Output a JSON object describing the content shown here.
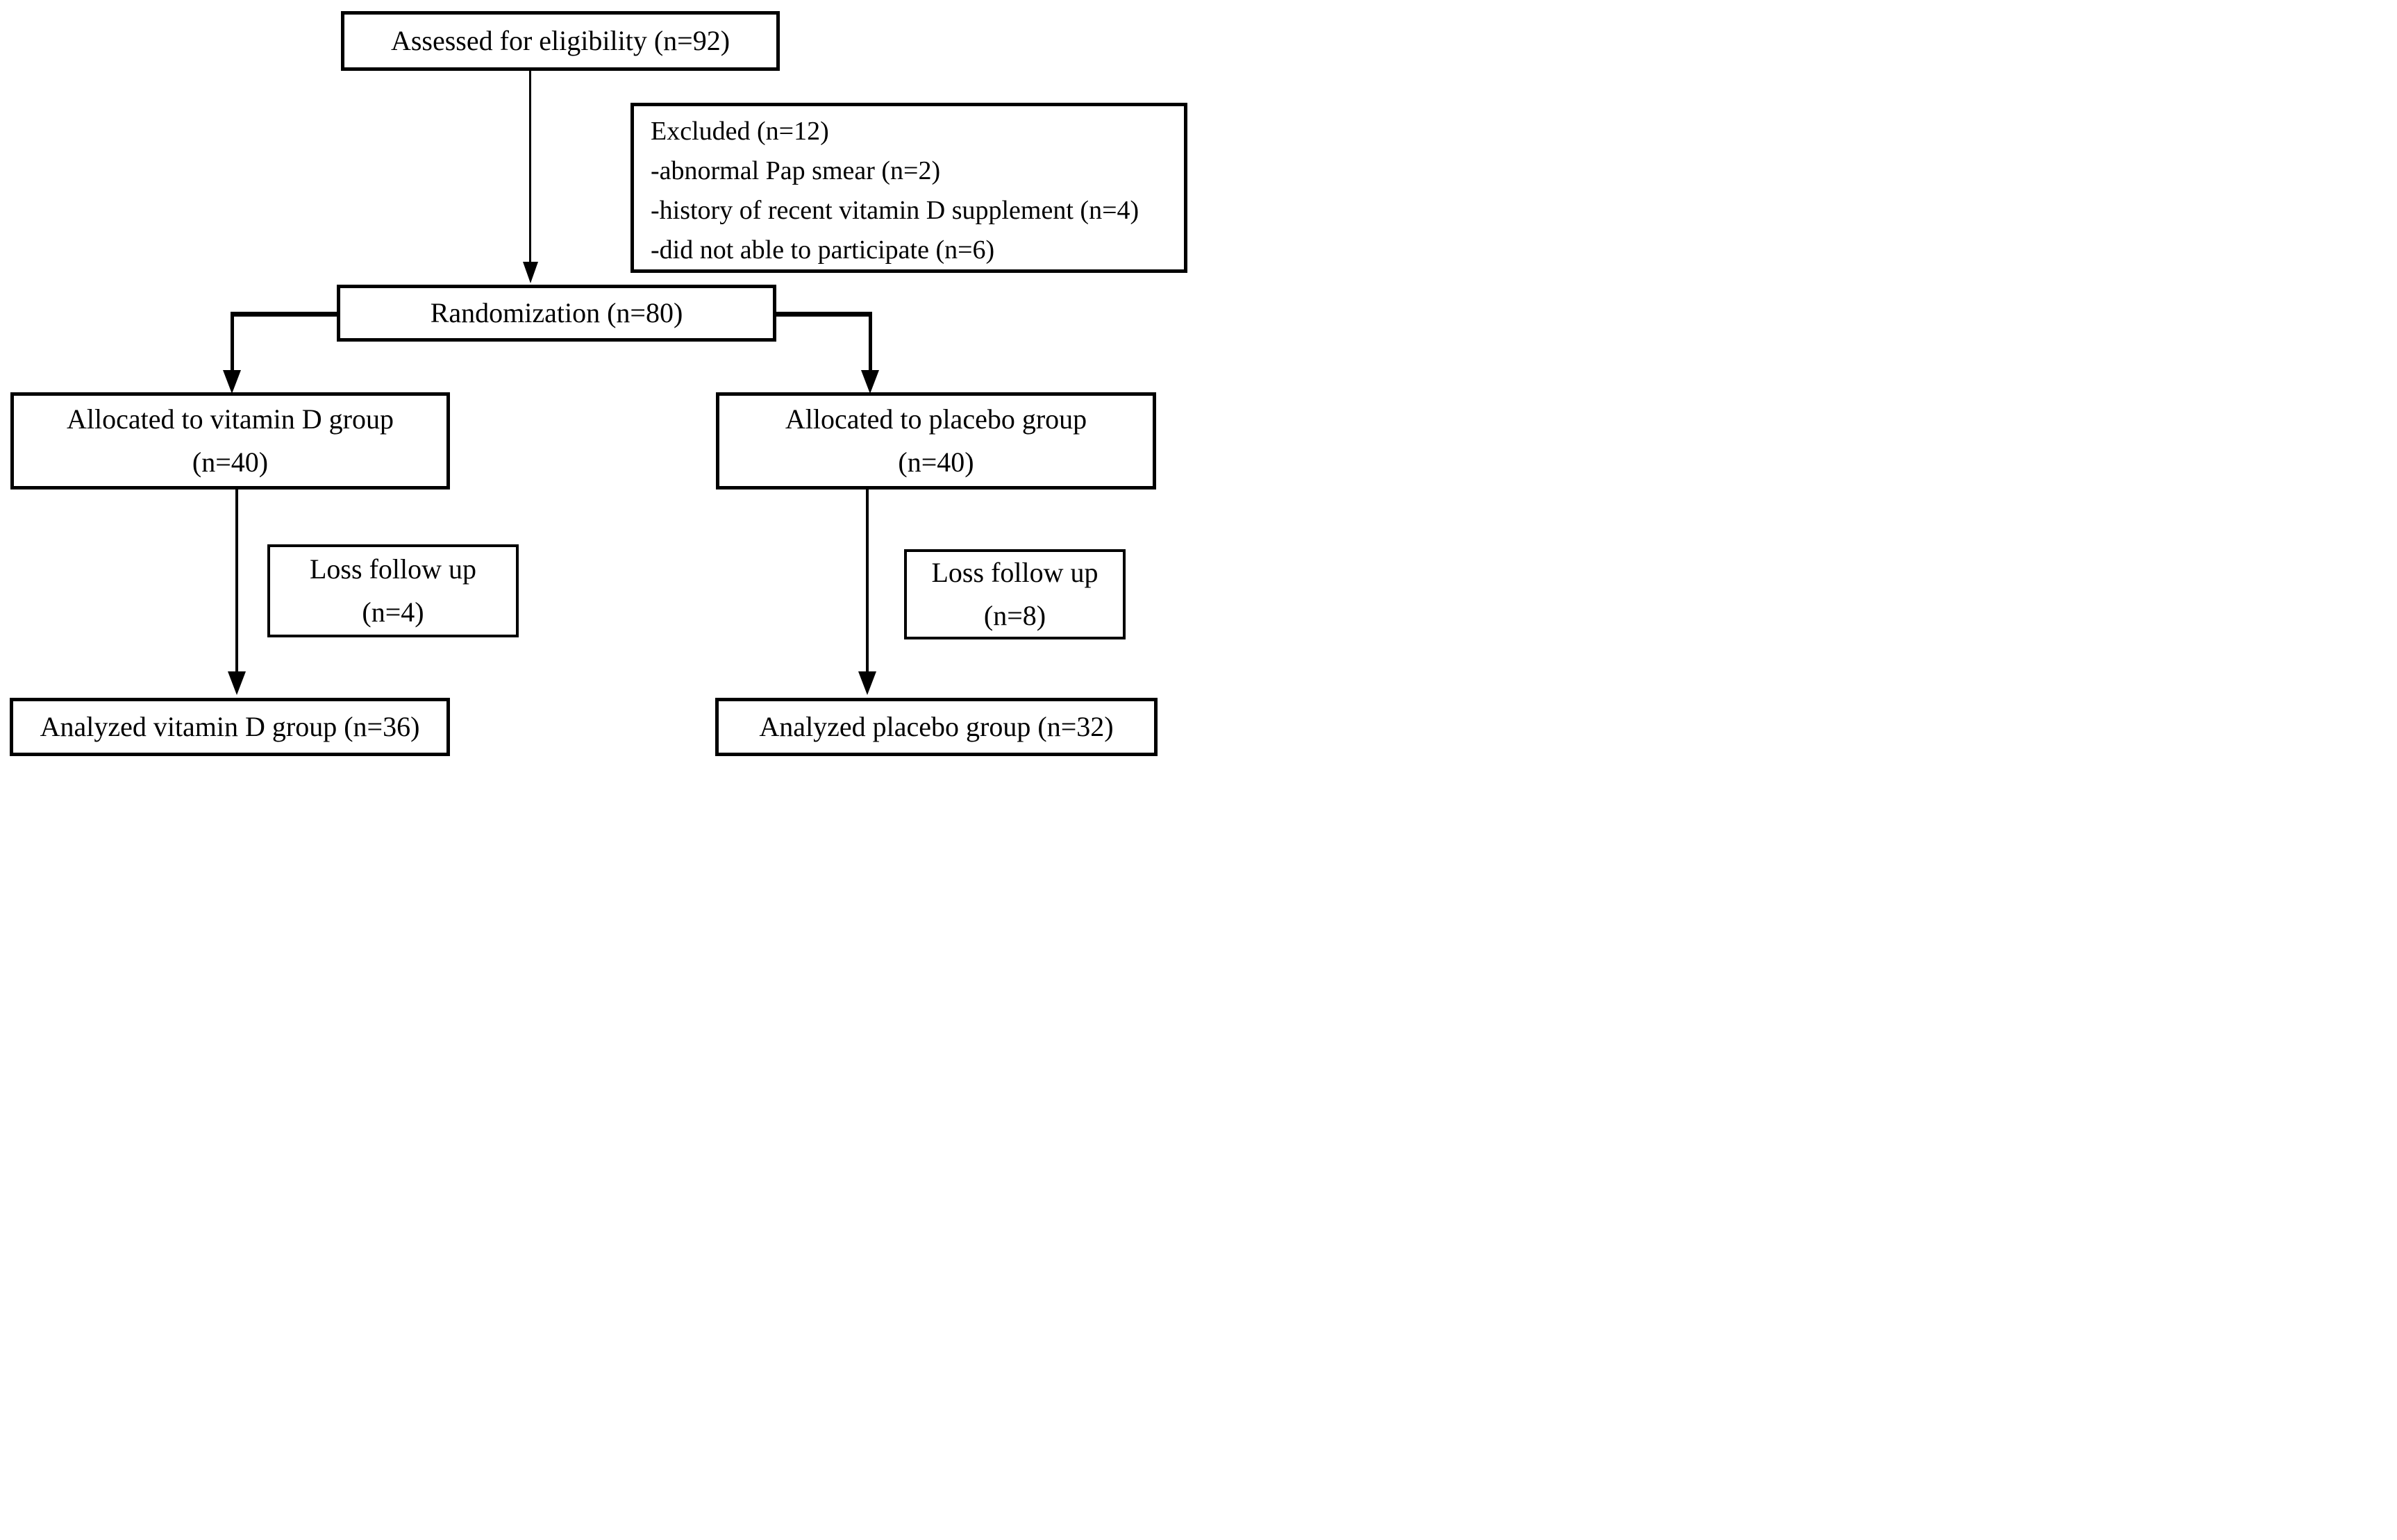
{
  "diagram": {
    "type": "flowchart",
    "nodes": {
      "assessed": {
        "label": "Assessed for eligibility (n=92)"
      },
      "excluded": {
        "lines": [
          "Excluded (n=12)",
          "-abnormal Pap smear (n=2)",
          "-history of recent vitamin D supplement (n=4)",
          "-did not able to participate (n=6)"
        ]
      },
      "randomization": {
        "label": "Randomization (n=80)"
      },
      "allocated_vitamin_d": {
        "line1": "Allocated to vitamin D group",
        "line2": "(n=40)"
      },
      "allocated_placebo": {
        "line1": "Allocated to placebo group",
        "line2": "(n=40)"
      },
      "loss_vitamin_d": {
        "line1": "Loss follow up",
        "line2": "(n=4)"
      },
      "loss_placebo": {
        "line1": "Loss follow up",
        "line2": "(n=8)"
      },
      "analyzed_vitamin_d": {
        "label": "Analyzed vitamin D group (n=36)"
      },
      "analyzed_placebo": {
        "label": "Analyzed placebo group (n=32)"
      }
    },
    "colors": {
      "border": "#000000",
      "box_background": "#ffffff",
      "text": "#000000",
      "page_background": "#ffffff"
    }
  }
}
